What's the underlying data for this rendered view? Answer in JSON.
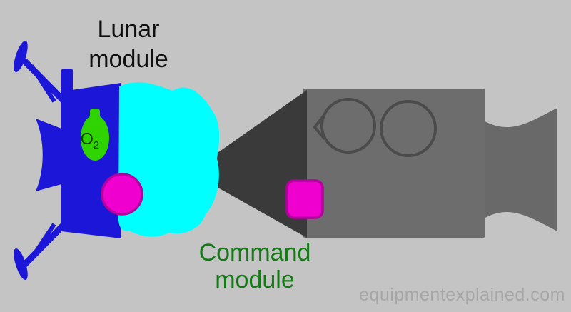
{
  "labels": {
    "lunar": {
      "line1": "Lunar",
      "line2": "module"
    },
    "command": {
      "line1": "Command",
      "line2": "module"
    },
    "o2": {
      "symbol": "O",
      "subscript": "2"
    },
    "watermark": "equipmentexplained.com"
  },
  "colors": {
    "background": "#c4c4c4",
    "lunar_module_blue": "#1b16d8",
    "ascent_stage_cyan": "#00ffff",
    "o2_tank_green": "#2fd400",
    "o2_tank_outline": "#0f7a00",
    "o2_text": "#063e00",
    "hatch_magenta": "#ef00cf",
    "hatch_outline": "#b4009e",
    "command_module_gray": "#3a3a3a",
    "service_module_gray": "#6d6d6d",
    "panel_outline": "#4b4b4b",
    "nozzle_gray": "#696969",
    "lunar_label": "#101010",
    "command_label": "#157a15",
    "watermark": "#a6a6a6"
  }
}
